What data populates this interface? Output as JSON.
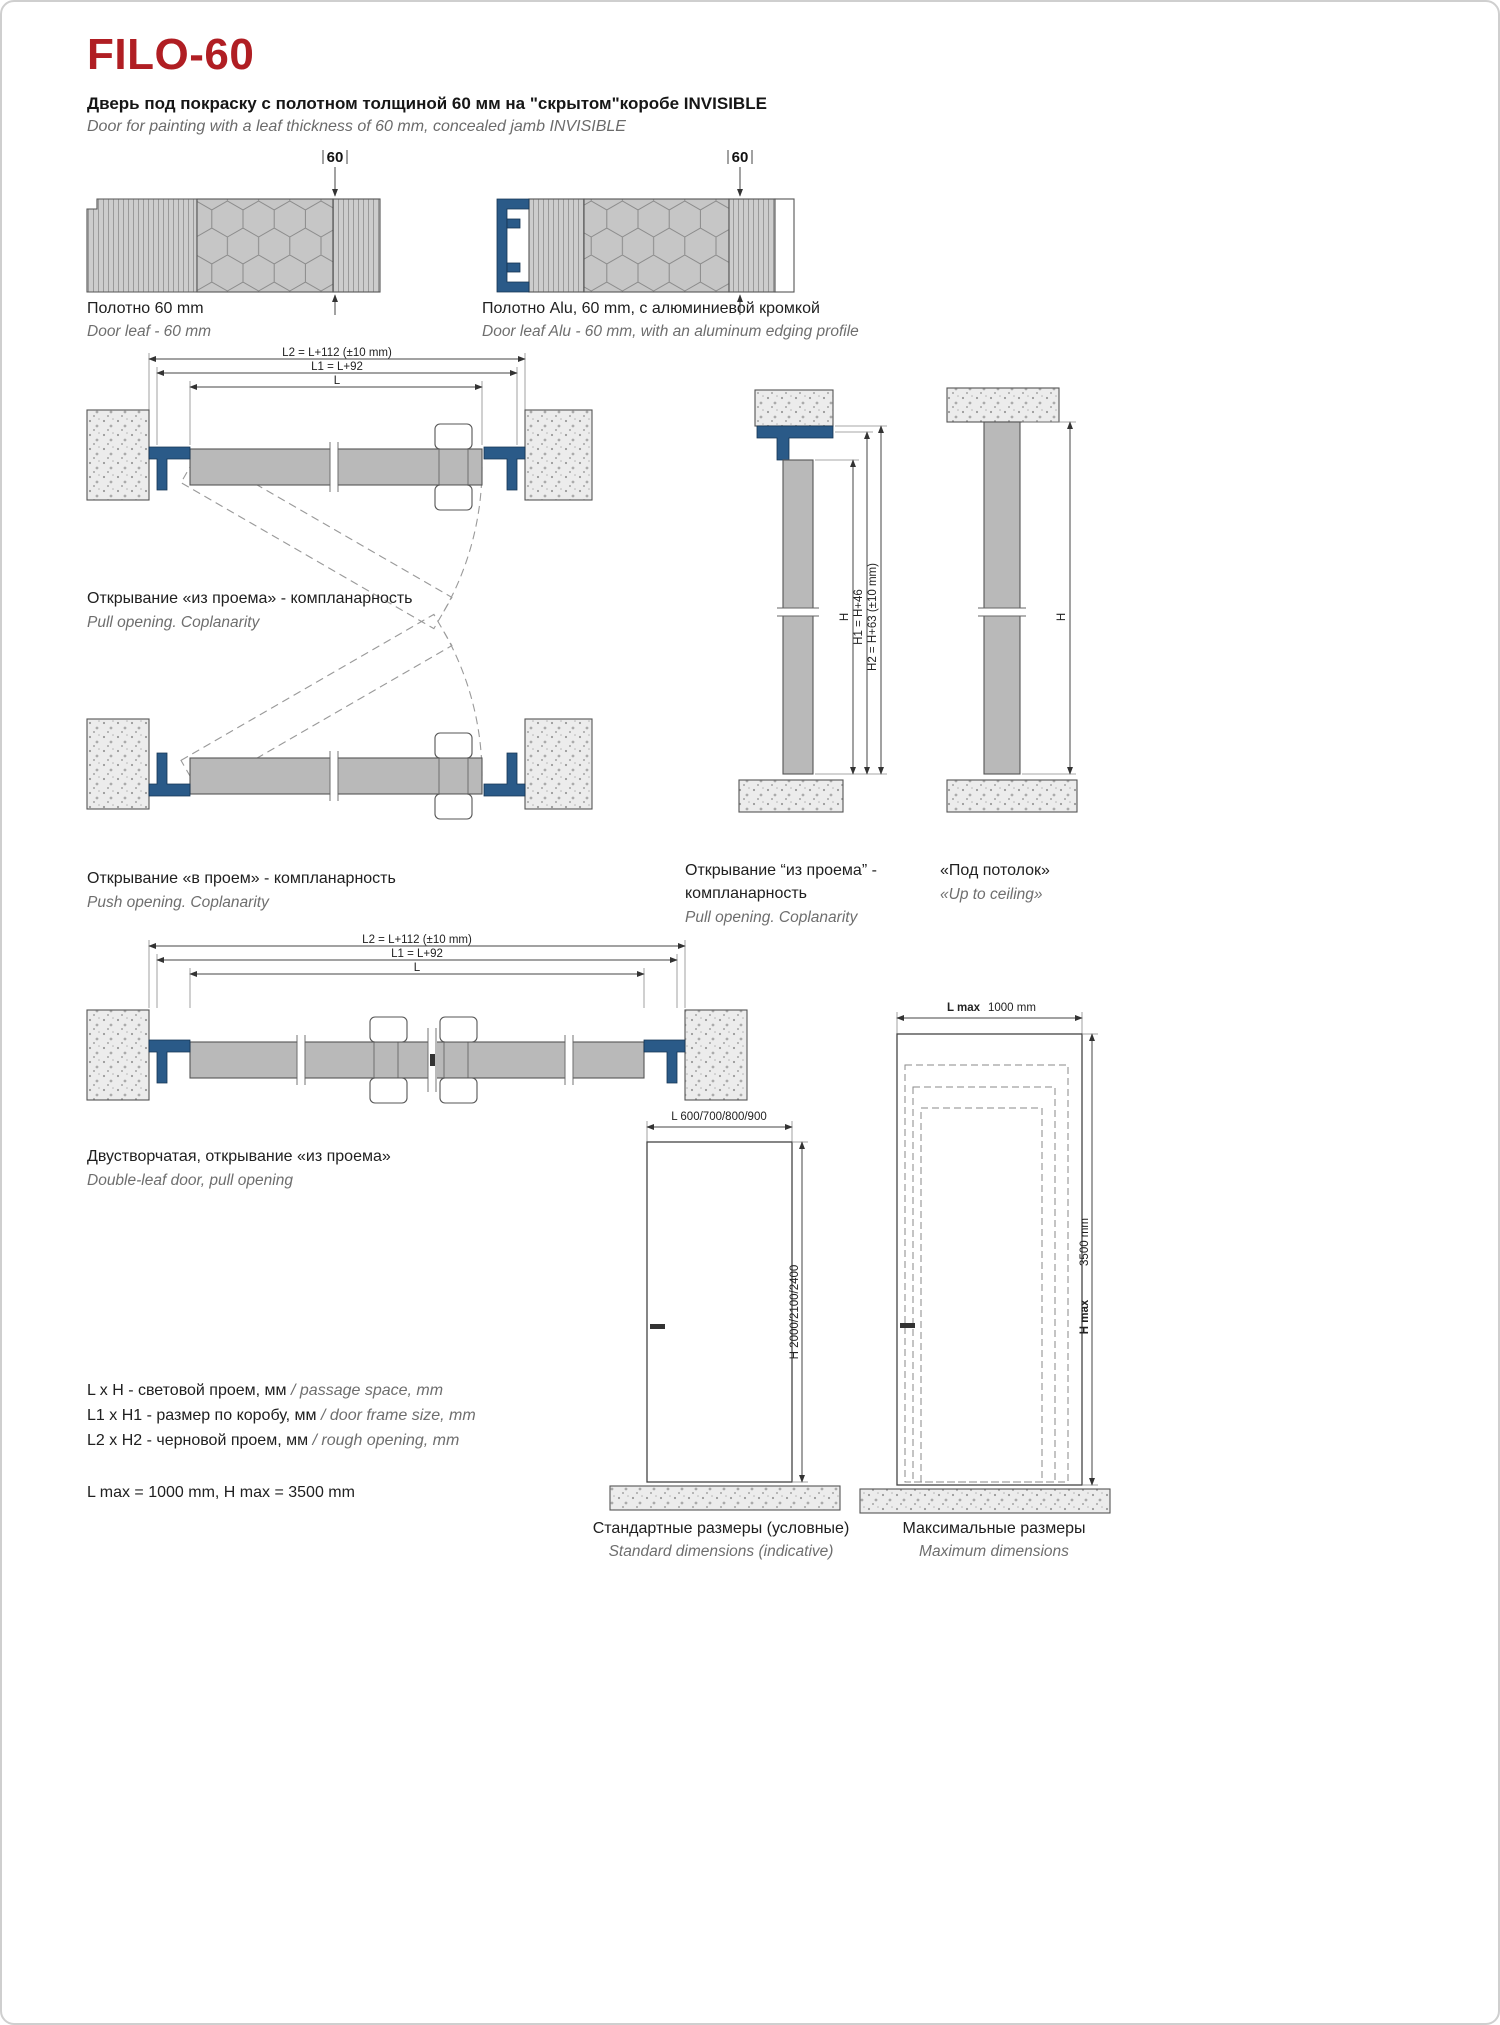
{
  "page": {
    "title": "FILO-60",
    "subtitle_ru": "Дверь под покраску с полотном толщиной 60 мм на \"скрытом\"коробе INVISIBLE",
    "subtitle_en": "Door for painting with a leaf thickness of 60 mm, concealed jamb INVISIBLE"
  },
  "colors": {
    "accent_red": "#b01e23",
    "profile_blue": "#2a5a88",
    "leaf_gray": "#b9b9b9"
  },
  "sections": {
    "leaf_60": {
      "thickness": "60",
      "caption_ru": "Полотно 60 mm",
      "caption_en": "Door leaf - 60 mm"
    },
    "leaf_alu": {
      "thickness": "60",
      "caption_ru": "Полотно Alu, 60 mm, с алюминиевой кромкой",
      "caption_en": "Door leaf Alu - 60 mm, with an aluminum edging profile"
    }
  },
  "plans": {
    "dim_l2": "L2 = L+112  (±10 mm)",
    "dim_l1": "L1 = L+92",
    "dim_l": "L",
    "pull": {
      "caption_ru": "Открывание «из проема» - компланарность",
      "caption_en": "Pull opening. Coplanarity"
    },
    "push": {
      "caption_ru": "Открывание «в проем»  - компланарность",
      "caption_en": "Push opening. Coplanarity"
    },
    "double": {
      "dim_l2": "L2 = L+112 (±10 mm)",
      "dim_l1": "L1 = L+92",
      "dim_l": "L",
      "caption_ru": "Двустворчатая, открывание «из проема»",
      "caption_en": "Double-leaf door, pull opening"
    }
  },
  "verticals": {
    "pull": {
      "dim_h": "H",
      "dim_h1": "H1 = H+46",
      "dim_h2": "H2 = H+63 (±10 mm)",
      "caption_ru_line1": "Открывание “из проема” -",
      "caption_ru_line2": "компланарность",
      "caption_en": "Pull opening. Coplanarity"
    },
    "ceiling": {
      "dim_h": "H",
      "caption_ru": "«Под потолок»",
      "caption_en": "«Up to ceiling»"
    }
  },
  "legend": {
    "line1_ru": "L x H - световой проем, мм",
    "line1_en": "/ passage space, mm",
    "line2_ru": "L1 x H1 - размер по коробу, мм",
    "line2_en": "/ door frame size, mm",
    "line3_ru": "L2 x H2 - черновой проем, мм",
    "line3_en": "/ rough opening, mm",
    "limits": "L max = 1000 mm, H max = 3500 mm"
  },
  "elevations": {
    "standard": {
      "dim_l": "L 600/700/800/900",
      "dim_h": "H 2000/2100/2400",
      "caption_ru": "Стандартные размеры (условные)",
      "caption_en": "Standard dimensions (indicative)"
    },
    "maximum": {
      "dim_l_label": "L max",
      "dim_l_value": "1000  mm",
      "dim_h_label": "H max",
      "dim_h_value": "3500  mm",
      "caption_ru": "Максимальные размеры",
      "caption_en": "Maximum dimensions"
    }
  }
}
